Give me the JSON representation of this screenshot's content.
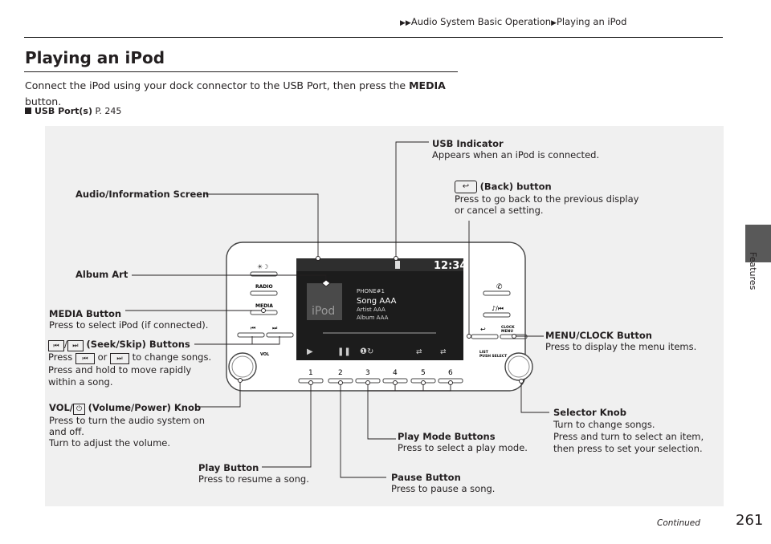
{
  "header": {
    "breadcrumb_1": "Audio System Basic Operation",
    "breadcrumb_2": "Playing an iPod"
  },
  "side_tab": "Features",
  "section": {
    "title": "Playing an iPod",
    "intro": "Connect the iPod using your dock connector to the USB Port, then press the MEDIA button.",
    "ref_label": "USB Port(s)",
    "ref_page": "P. 245"
  },
  "screen": {
    "clock": "12:34",
    "phone": "PHONE#1",
    "song": "Song AAA",
    "artist": "Artist AAA",
    "album": "Album AAA",
    "ipod_text": "iPod"
  },
  "unit_buttons": {
    "radio": "RADIO",
    "media": "MEDIA",
    "vol": "VOL",
    "clock_menu_1": "CLOCK",
    "clock_menu_2": "MENU",
    "list_1": "LIST",
    "list_2": "PUSH SELECT",
    "presets": [
      "1",
      "2",
      "3",
      "4",
      "5",
      "6"
    ]
  },
  "callouts": {
    "usb_title": "USB Indicator",
    "usb_desc": "Appears when an iPod is connected.",
    "audio_screen": "Audio/Information Screen",
    "back_title": "(Back) button",
    "back_desc_1": "Press to go back to the previous display",
    "back_desc_2": "or cancel a setting.",
    "album_art": "Album Art",
    "media_title": "MEDIA Button",
    "media_desc": "Press to select iPod (if connected).",
    "menu_title": "MENU/CLOCK Button",
    "menu_desc": "Press to display the menu items.",
    "seek_title": "(Seek/Skip) Buttons",
    "seek_press": "Press",
    "seek_or": "or",
    "seek_change": "to change songs.",
    "seek_hold_1": "Press and hold to move rapidly",
    "seek_hold_2": "within a song.",
    "vol_title_a": "VOL/",
    "vol_title_b": "(Volume/Power) Knob",
    "vol_desc_1": "Press to turn the audio system on",
    "vol_desc_2": "and off.",
    "vol_desc_3": "Turn to adjust the volume.",
    "selector_title": "Selector Knob",
    "selector_desc_1": "Turn to change songs.",
    "selector_desc_2": "Press and turn to select an item,",
    "selector_desc_3": "then press to set your selection.",
    "playmode_title": "Play Mode Buttons",
    "playmode_desc": "Press to select a play mode.",
    "play_title": "Play Button",
    "play_desc": "Press to resume a song.",
    "pause_title": "Pause Button",
    "pause_desc": "Press to pause a song."
  },
  "footer": {
    "continued": "Continued",
    "page": "261"
  }
}
